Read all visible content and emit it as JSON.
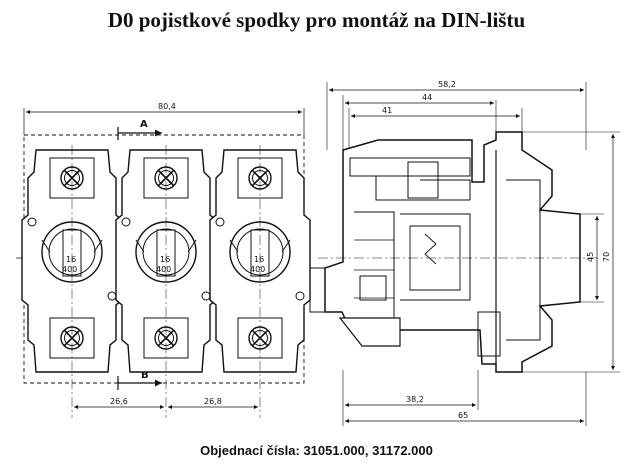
{
  "title": "D0 pojistkové spodky pro montáž na DIN-lištu",
  "footer": "Objednací čísla: 31051.000, 31172.000",
  "front_view": {
    "width_dim": "80,4",
    "pitch_left": "26,6",
    "pitch_right": "26,8",
    "section_top": "A",
    "section_bottom": "B",
    "module_rating_top": "16",
    "module_rating_bottom": "400"
  },
  "side_view": {
    "dim_overall_top": "58,2",
    "dim_44": "44",
    "dim_41": "41",
    "dim_45": "45",
    "dim_70": "70",
    "dim_38_2": "38,2",
    "dim_65": "65"
  }
}
